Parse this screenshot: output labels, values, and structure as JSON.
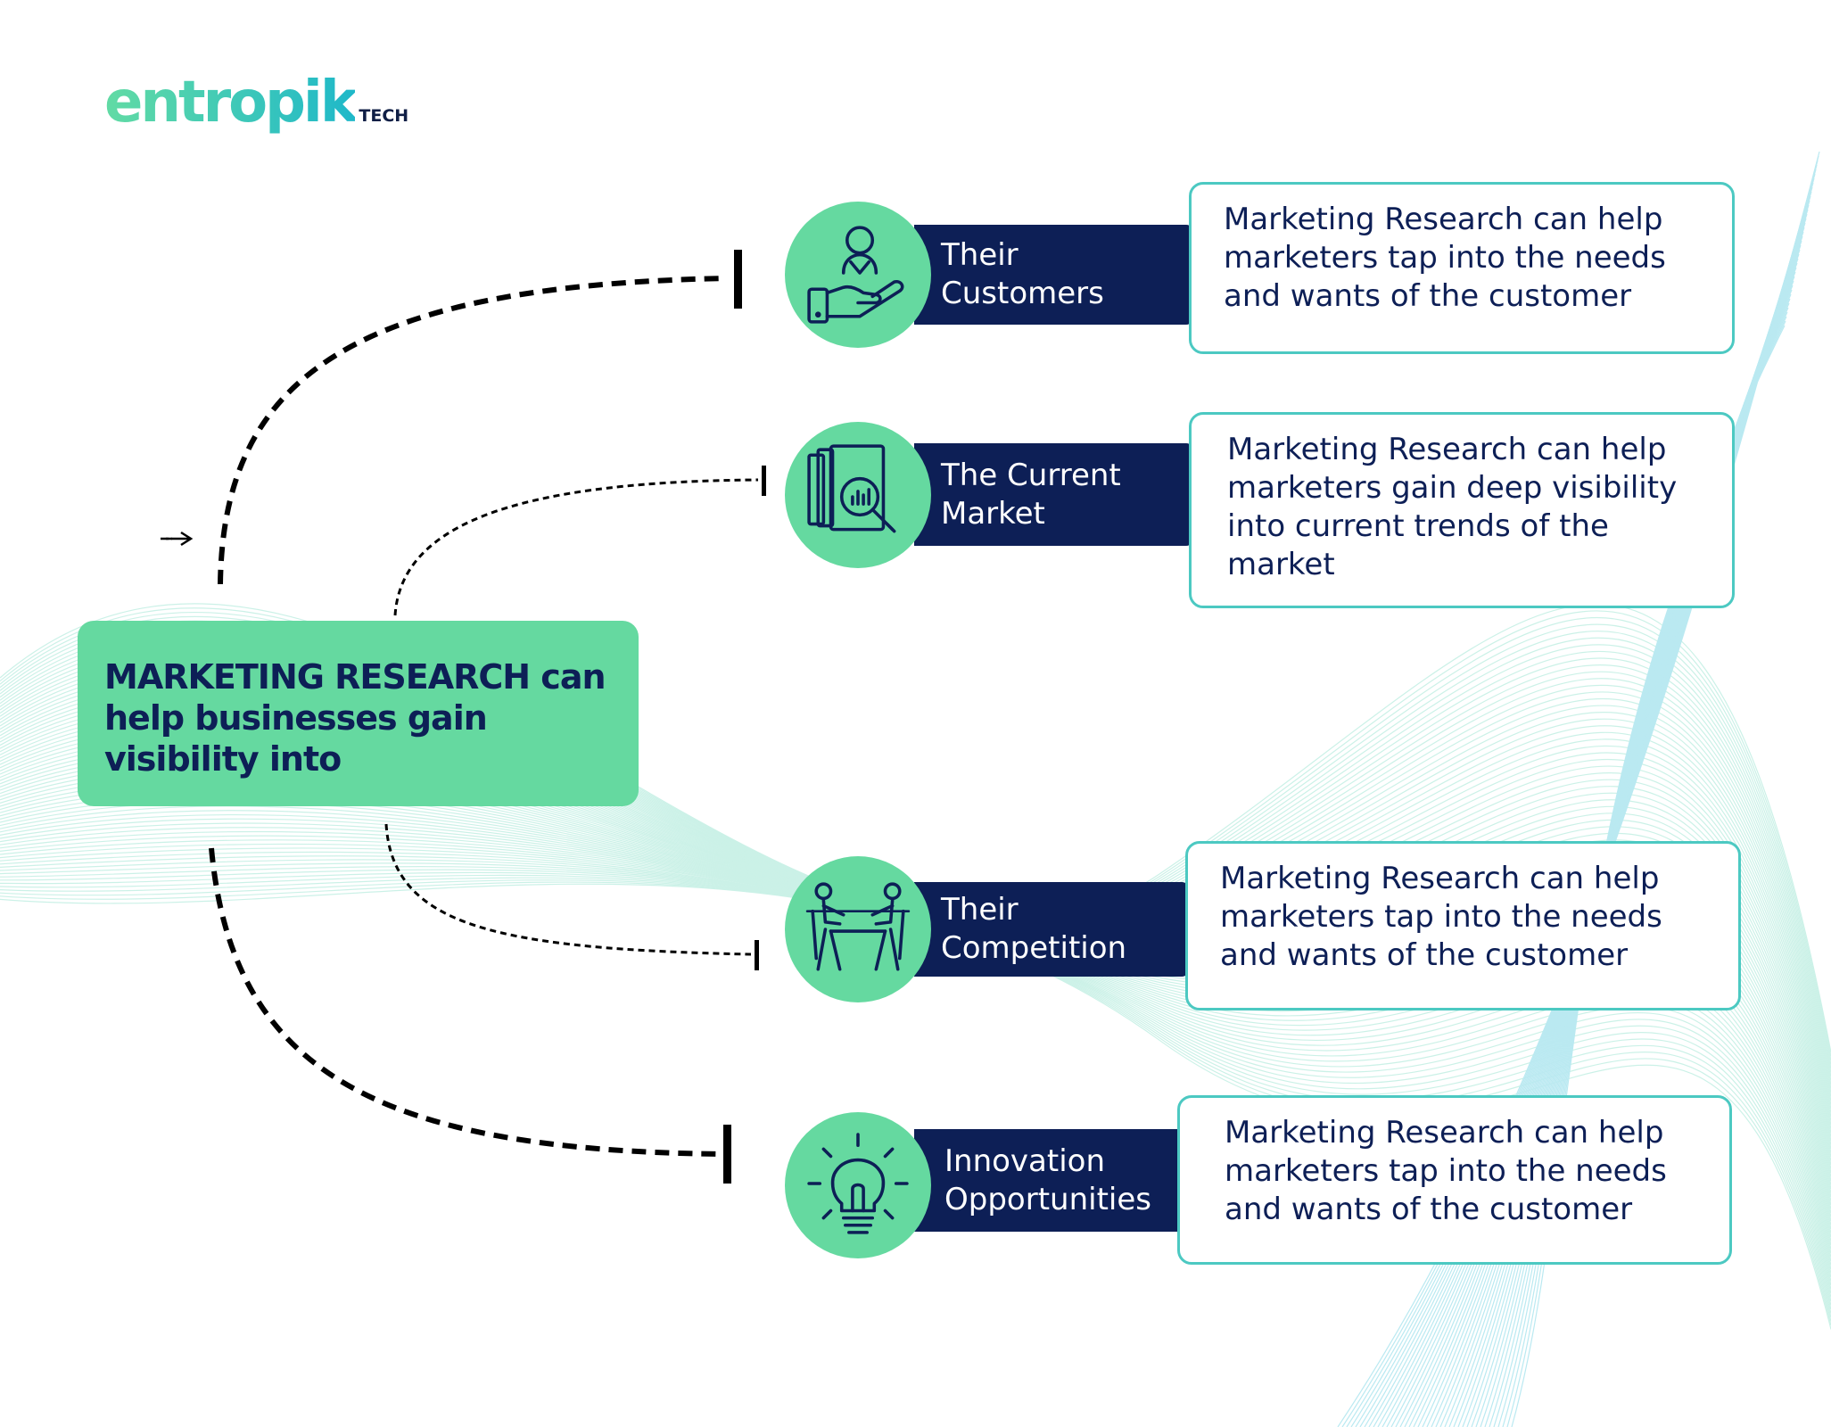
{
  "logo": {
    "word": "entropik",
    "suffix": "TECH"
  },
  "center": {
    "emphasis": "MARKETING RESEARCH",
    "text_rest_1": " can",
    "text_line_2": "help businesses gain",
    "text_line_3": "visibility into"
  },
  "items": [
    {
      "icon": "customer-hand-icon",
      "label_line1": "Their",
      "label_line2": "Customers",
      "desc": [
        "Marketing Research can help",
        "marketers tap into the needs",
        "and wants of the customer"
      ]
    },
    {
      "icon": "market-analysis-icon",
      "label_line1": "The Current",
      "label_line2": "Market",
      "desc": [
        "Marketing Research can help",
        "marketers gain deep visibility",
        "into current trends of the",
        "market"
      ]
    },
    {
      "icon": "competition-tug-of-war-icon",
      "label_line1": "Their",
      "label_line2": "Competition",
      "desc": [
        "Marketing Research can help",
        "marketers tap into the needs",
        "and wants of the customer"
      ]
    },
    {
      "icon": "lightbulb-icon",
      "label_line1": "Innovation",
      "label_line2": "Opportunities",
      "desc": [
        "Marketing Research can help",
        "marketers tap into the needs",
        "and wants of the customer"
      ]
    }
  ],
  "colors": {
    "navy": "#0d1f56",
    "mint": "#65d9a0",
    "teal_border": "#4cc9c2"
  }
}
